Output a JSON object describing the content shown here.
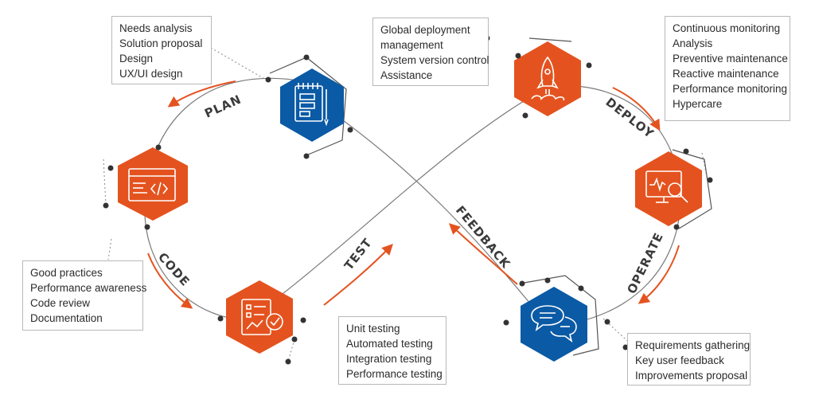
{
  "colors": {
    "orange": "#e4531f",
    "blue": "#0b5aa5",
    "line": "#7a7a7a",
    "dot": "#333333"
  },
  "phases": {
    "plan": "PLAN",
    "code": "CODE",
    "test": "TEST",
    "feedback": "FEEDBACK",
    "deploy": "DEPLOY",
    "operate": "OPERATE"
  },
  "boxes": {
    "plan": [
      "Needs analysis",
      "Solution proposal",
      "Design",
      "UX/UI design"
    ],
    "code": [
      "Good practices",
      "Performance awareness",
      "Code review",
      "Documentation"
    ],
    "test": [
      "Unit testing",
      "Automated testing",
      "Integration testing",
      "Performance testing"
    ],
    "deploy": [
      "Global deployment",
      "management",
      "System version control",
      "Assistance"
    ],
    "operate": [
      "Continuous monitoring",
      "Analysis",
      "Preventive maintenance",
      "Reactive maintenance",
      "Performance monitoring",
      "Hypercare"
    ],
    "feedback": [
      "Requirements gathering",
      "Key user feedback",
      "Improvements proposal"
    ]
  },
  "icons": {
    "plan": "clipboard-notes-icon",
    "code": "code-window-icon",
    "test": "checklist-report-icon",
    "deploy": "rocket-icon",
    "monitor": "monitor-magnifier-icon",
    "feedback": "chat-bubbles-icon"
  }
}
